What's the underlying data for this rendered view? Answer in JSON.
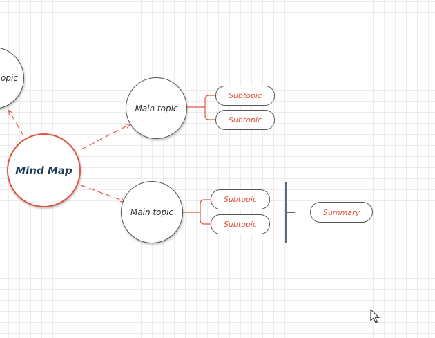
{
  "colors": {
    "accent": "#e1533f",
    "root_text": "#1c3c56",
    "summary_bracket": "#5f6b7a",
    "node_border": "#555555"
  },
  "mindmap": {
    "root": {
      "label": "Mind Map"
    },
    "offscreen_topic": {
      "label": "opic"
    },
    "main_topics": [
      {
        "label": "Main topic",
        "subtopics": [
          {
            "label": "Subtopic"
          },
          {
            "label": "Subtopic"
          }
        ]
      },
      {
        "label": "Main topic",
        "subtopics": [
          {
            "label": "Subtopic"
          },
          {
            "label": "Subtopic"
          }
        ],
        "summary": {
          "label": "Summary"
        }
      }
    ]
  },
  "icons": {
    "cursor": "mouse-pointer-icon"
  }
}
